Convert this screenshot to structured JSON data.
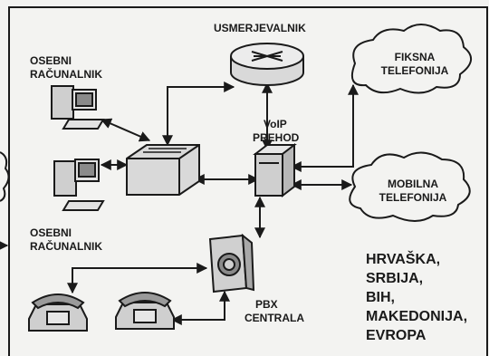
{
  "labels": {
    "router": "USMERJEVALNIK",
    "pc_top_line1": "OSEBNI",
    "pc_top_line2": "RAČUNALNIK",
    "pc_bottom_line1": "OSEBNI",
    "pc_bottom_line2": "RAČUNALNIK",
    "voip_line1": "VoIP",
    "voip_line2": "PREHOD",
    "pbx_line1": "PBX",
    "pbx_line2": "CENTRALA",
    "fixed_line1": "FIKSNA",
    "fixed_line2": "TELEFONIJA",
    "mobile_line1": "MOBILNA",
    "mobile_line2": "TELEFONIJA"
  },
  "countries": [
    "HRVAŠKA,",
    "SRBIJA,",
    "BIH,",
    "MAKEDONIJA,",
    "EVROPA"
  ],
  "colors": {
    "ink": "#1a1a1a",
    "paper": "#f3f3f1",
    "device": "#d9d9d9"
  },
  "icons": [
    "router-icon",
    "switch-icon",
    "computer-icon",
    "voip-gateway-icon",
    "pbx-icon",
    "telephone-icon",
    "cloud-icon"
  ]
}
